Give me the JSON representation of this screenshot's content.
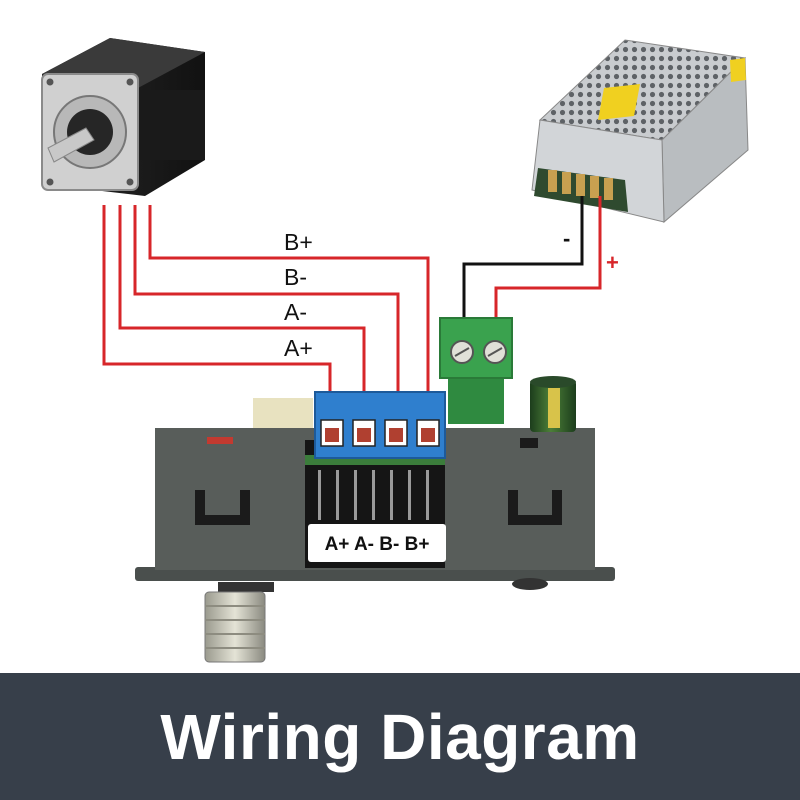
{
  "diagram": {
    "wire_labels": {
      "b_plus": "B+",
      "b_minus": "B-",
      "a_minus": "A-",
      "a_plus": "A+"
    },
    "power_labels": {
      "negative": "-",
      "positive": "+"
    },
    "terminal_label": "A+ A- B- B+",
    "components": [
      "stepper-motor",
      "power-supply",
      "power-terminal-block",
      "motor-terminal-block",
      "driver-board",
      "capacitor",
      "connector-jack"
    ]
  },
  "banner": {
    "title": "Wiring Diagram"
  },
  "colors": {
    "wire_red": "#d7262a",
    "wire_black": "#111111",
    "terminal_blue": "#2f7fce",
    "terminal_green": "#3aa24e",
    "driver_gray": "#565b58",
    "banner_bg": "#373f4a",
    "banner_text": "#ffffff"
  }
}
